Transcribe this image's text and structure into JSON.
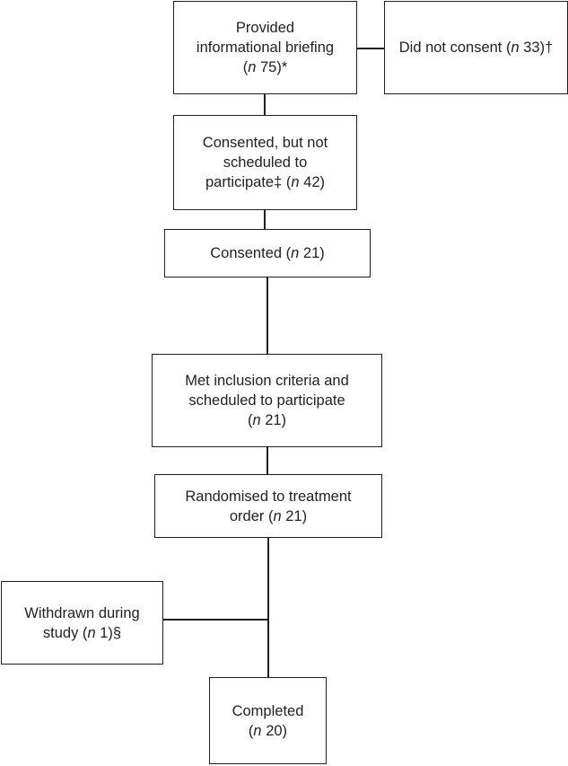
{
  "boxes": {
    "briefing": {
      "l1": "Provided",
      "l2": "informational briefing",
      "n_open": "(",
      "n_italic": "n",
      "n_rest": " 75)*"
    },
    "no_consent": {
      "pre": "Did not consent (",
      "n_italic": "n",
      "n_rest": " 33)†"
    },
    "consented_not_scheduled": {
      "l1": "Consented, but not",
      "l2": "scheduled to",
      "pre": "participate‡ (",
      "n_italic": "n",
      "n_rest": " 42)"
    },
    "consented": {
      "pre": "Consented (",
      "n_italic": "n",
      "n_rest": " 21)"
    },
    "inclusion": {
      "l1": "Met inclusion criteria and",
      "l2": "scheduled to participate",
      "n_open": "(",
      "n_italic": "n",
      "n_rest": " 21)"
    },
    "randomised": {
      "l1": "Randomised to treatment",
      "pre": "order (",
      "n_italic": "n",
      "n_rest": " 21)"
    },
    "withdrawn": {
      "l1": "Withdrawn during",
      "pre": "study (",
      "n_italic": "n",
      "n_rest": " 1)§"
    },
    "completed": {
      "l1": "Completed",
      "n_open": "(",
      "n_italic": "n",
      "n_rest": " 20)"
    }
  },
  "colors": {
    "stroke": "#231f20",
    "background": "#ffffff"
  }
}
